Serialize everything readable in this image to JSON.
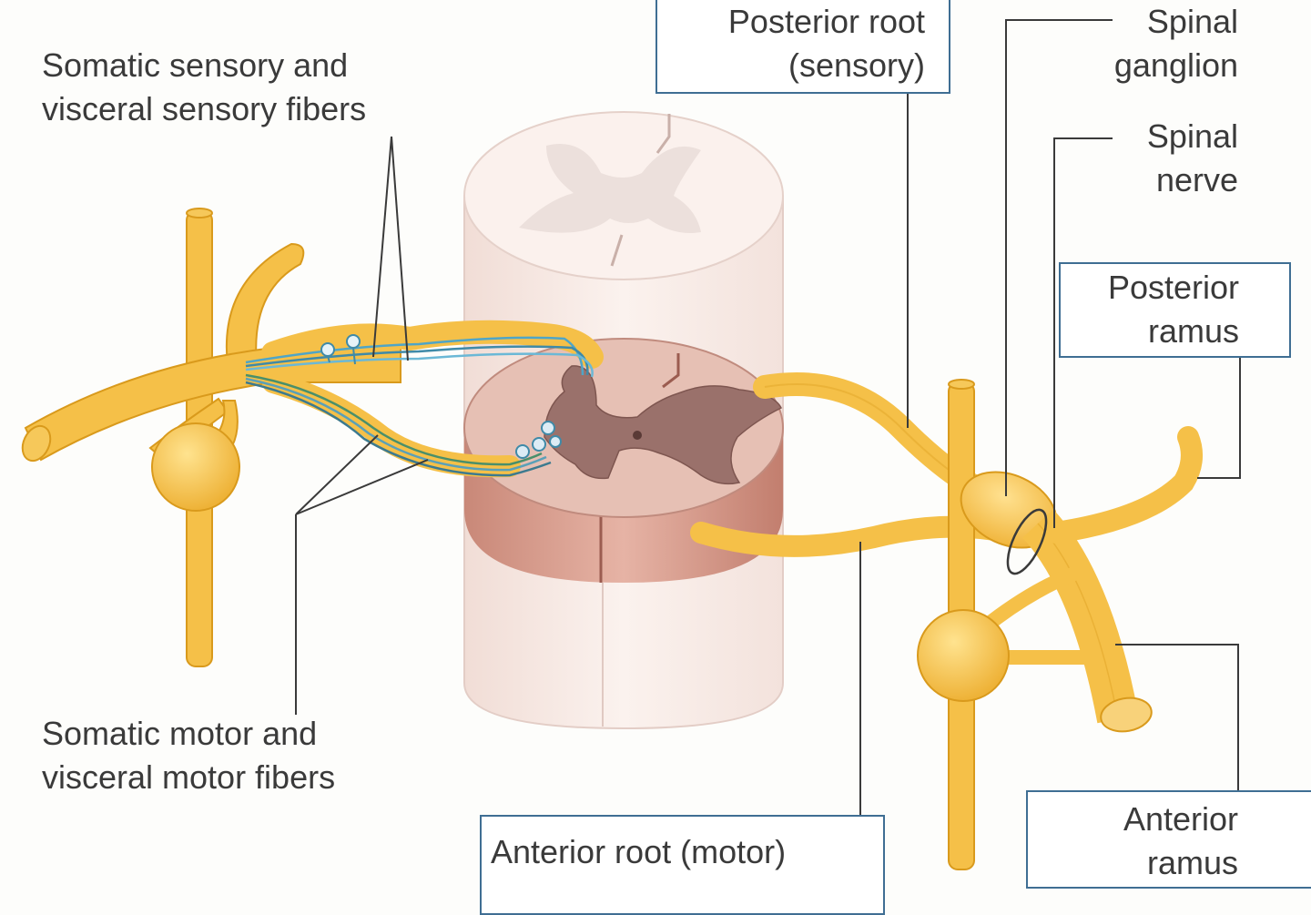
{
  "labels": {
    "sensory_fibers": [
      "Somatic sensory and",
      "visceral sensory fibers"
    ],
    "motor_fibers": [
      "Somatic motor and",
      "visceral motor fibers"
    ],
    "posterior_root": [
      "Posterior root",
      "(sensory)"
    ],
    "spinal_ganglion": [
      "Spinal",
      "ganglion"
    ],
    "spinal_nerve": [
      "Spinal",
      "nerve"
    ],
    "posterior_ramus": [
      "Posterior",
      "ramus"
    ],
    "anterior_ramus": [
      "Anterior",
      "ramus"
    ],
    "anterior_root": "Anterior root (motor)"
  },
  "colors": {
    "nerve": "#f5c048",
    "nerve_outline": "#d99a1c",
    "cord_white": "#f7ebe6",
    "cord_gray": "#8e6660",
    "cord_section": "#dca596",
    "fiber_sensory": "#4fa5c7",
    "fiber_motor": "#4a8f6a",
    "leader_line": "#3a3a3a",
    "box_border": "#3f6e93"
  }
}
